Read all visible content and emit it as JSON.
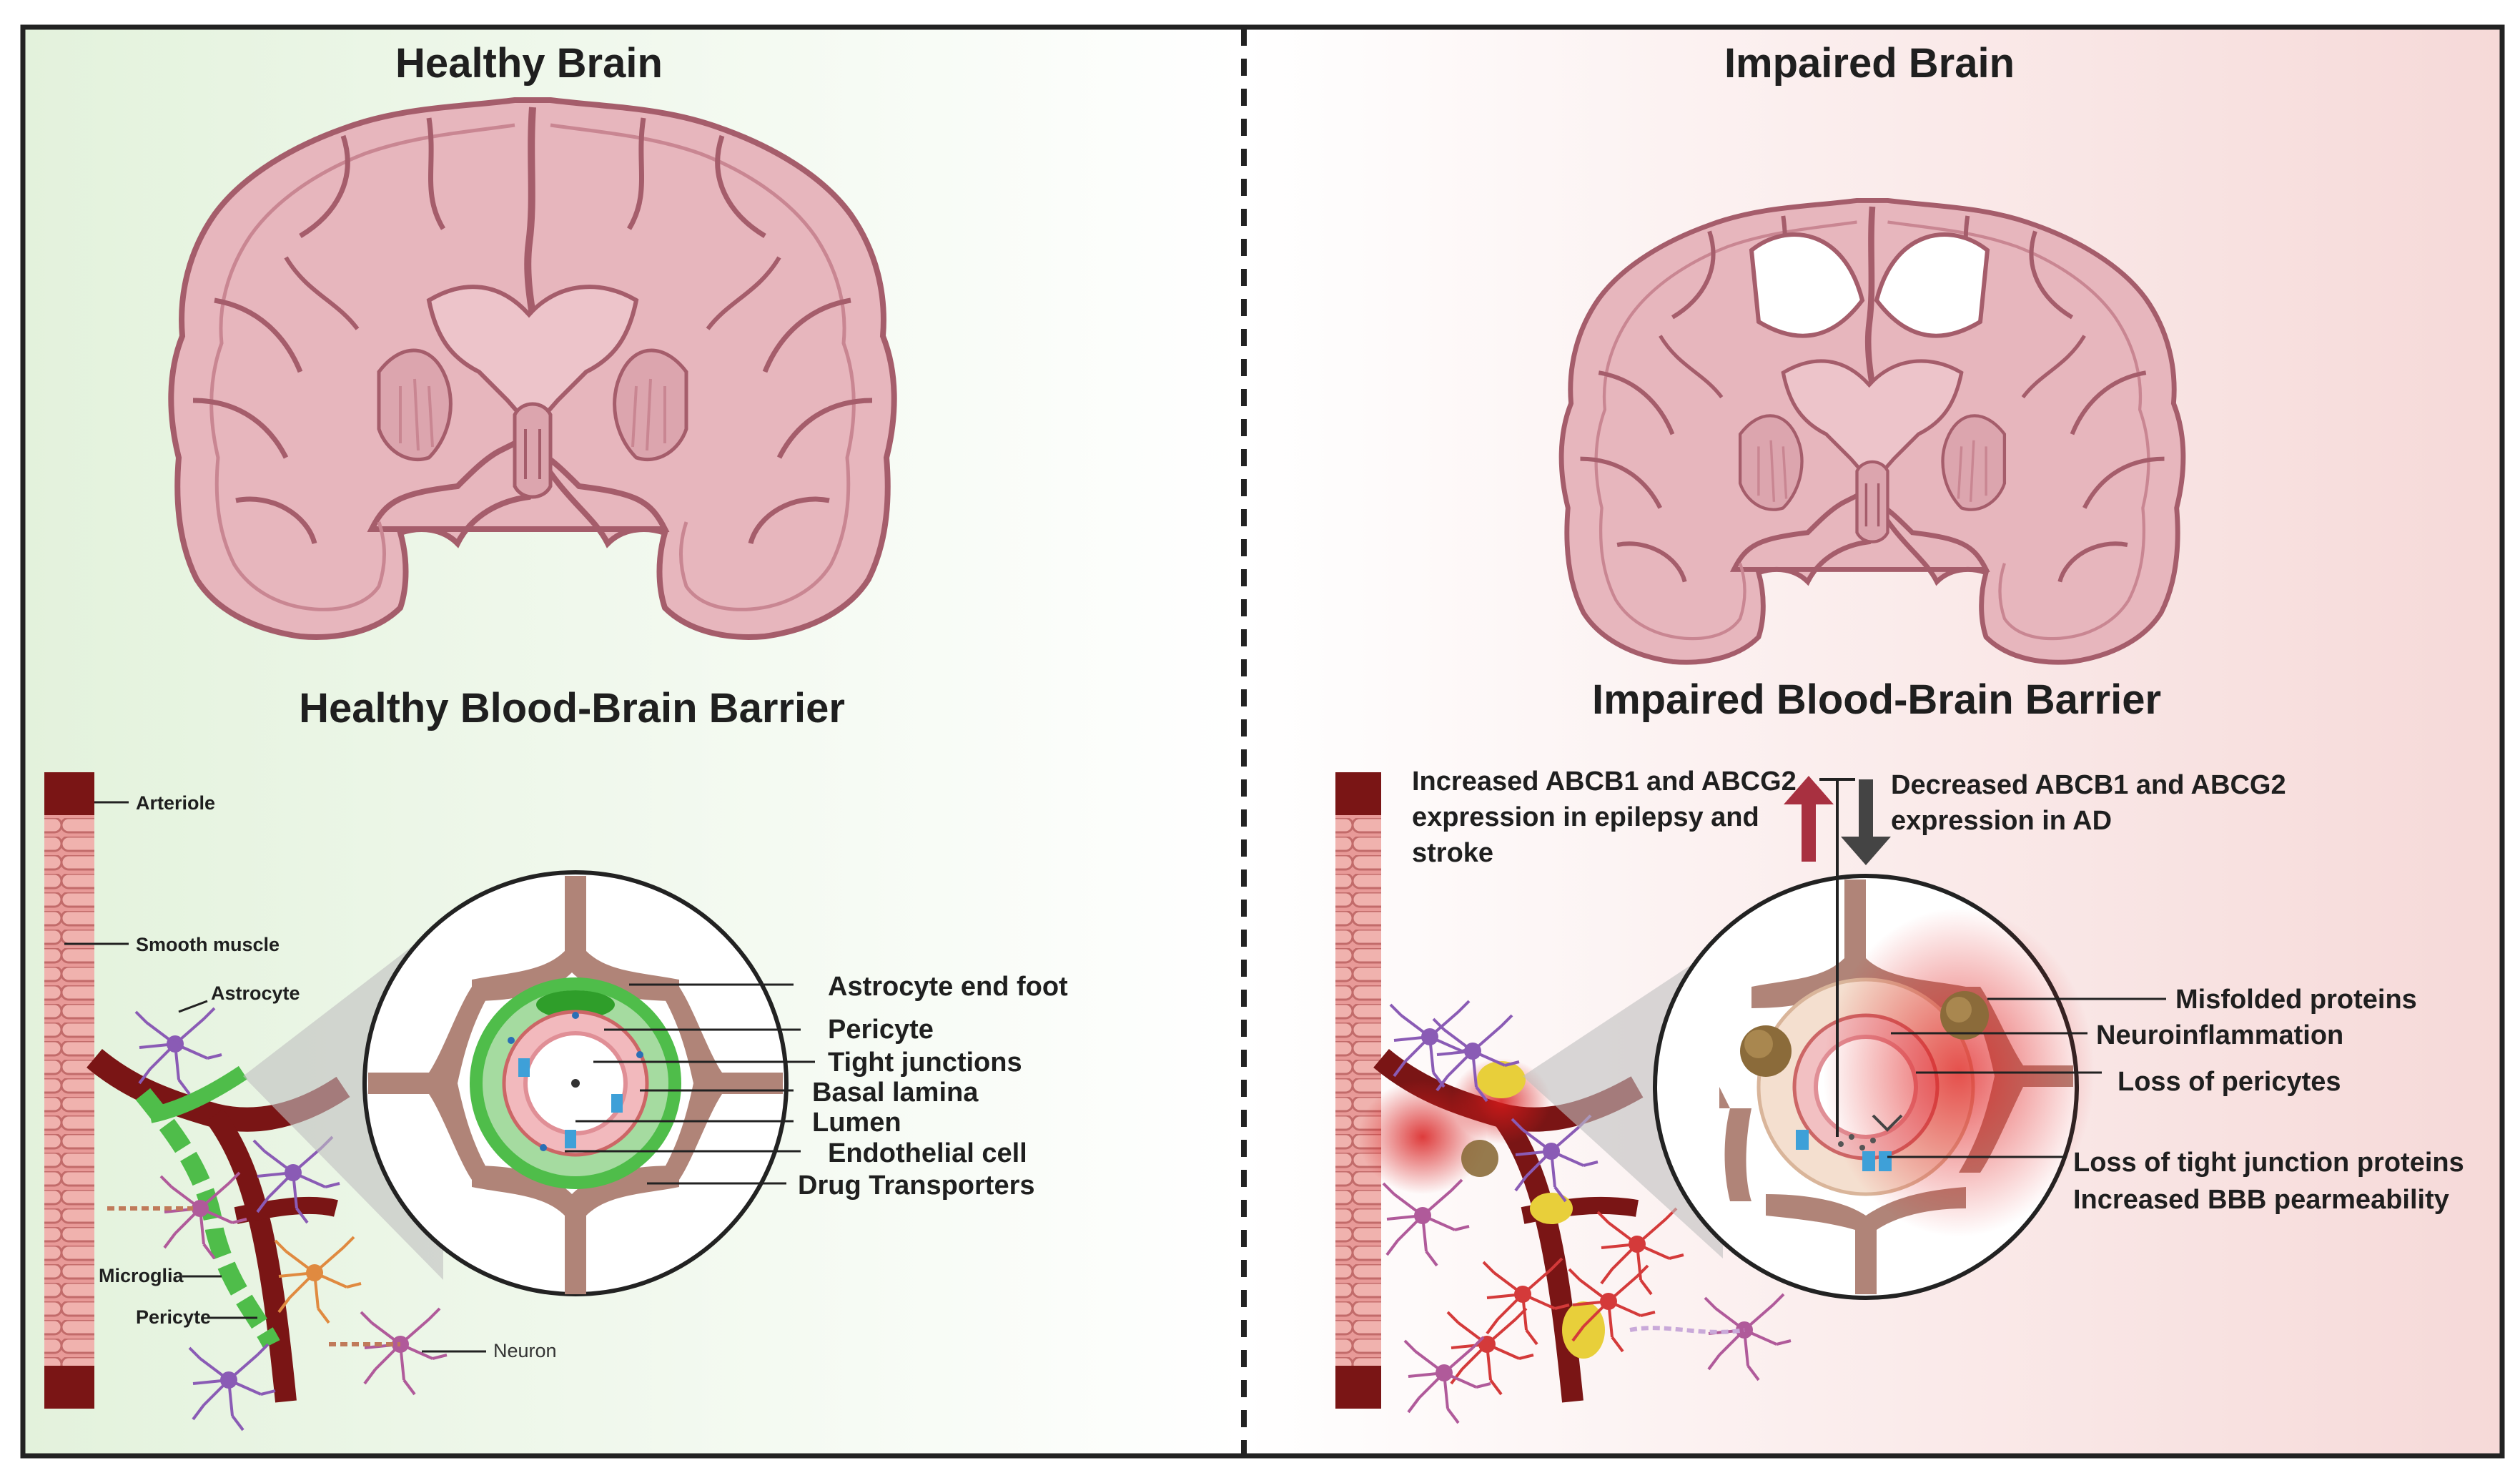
{
  "left_panel": {
    "brain_title": "Healthy Brain",
    "bbb_title": "Healthy Blood-Brain Barrier",
    "vessel_labels": [
      "Arteriole",
      "Smooth muscle",
      "Astrocyte",
      "Microglia",
      "Pericyte",
      "Neuron"
    ],
    "circle_labels": [
      "Astrocyte end foot",
      "Pericyte",
      "Tight junctions",
      "Basal lamina",
      "Lumen",
      "Endothelial cell",
      "Drug Transporters"
    ]
  },
  "right_panel": {
    "brain_title": "Impaired Brain",
    "bbb_title": "Impaired Blood-Brain Barrier",
    "increased_text": [
      "Increased ABCB1 and ABCG2",
      "expression in epilepsy and",
      "stroke"
    ],
    "decreased_text": [
      "Decreased ABCB1 and ABCG2",
      "expression in AD"
    ],
    "circle_labels": [
      "Misfolded proteins",
      "Neuroinflammation",
      "Loss of pericytes",
      "Loss of tight junction proteins",
      "Increased BBB pearmeability"
    ]
  },
  "colors": {
    "brain_fill": "#e8b8bf",
    "brain_stroke": "#a8606d",
    "vessel": "#7a1515",
    "smooth_muscle": "#e59a98",
    "pericyte_green": "#4fbd4a",
    "astro_brown": "#b08478",
    "inflammation_red": "#d42a2a"
  }
}
